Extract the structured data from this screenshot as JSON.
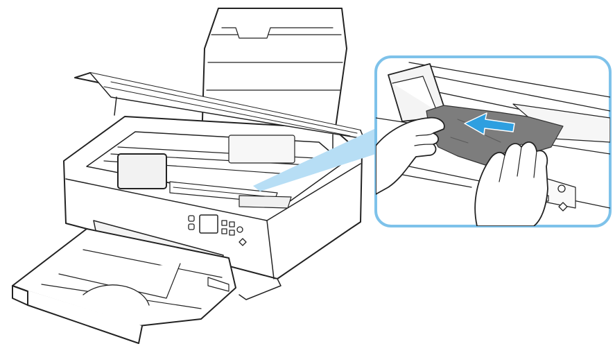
{
  "illustration": {
    "subject": "printer-with-open-scanner-unit",
    "detail": "removing-jammed-paper-inside-printer",
    "arrow": "pull-direction-arrow"
  },
  "colors": {
    "line": "#222222",
    "callout_accent": "#88c8ec",
    "callout_border": "#7ec2ea",
    "paper": "#7d7d7d",
    "arrow": "#2e9fe0",
    "fill": "#ffffff"
  }
}
